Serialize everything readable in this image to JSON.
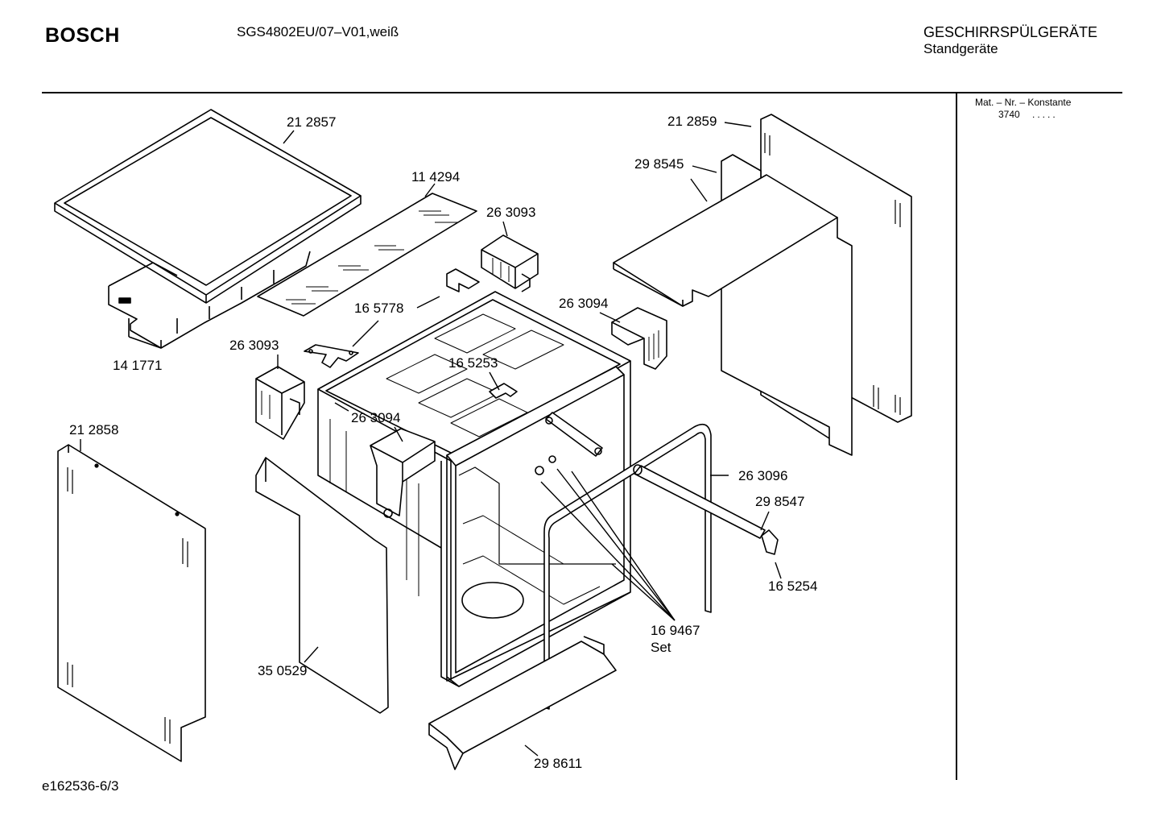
{
  "header": {
    "brand": "BOSCH",
    "model": "SGS4802EU/07–V01,weiß",
    "category": "GESCHIRRSPÜLGERÄTE",
    "subcategory": "Standgeräte"
  },
  "sidebar": {
    "mat_nr_label": "Mat. – Nr. – Konstante",
    "constant_value": "3740",
    "dots": "....."
  },
  "footer": {
    "document_id": "e162536-6/3"
  },
  "parts": [
    {
      "id": "top-cover",
      "number": "21 2857"
    },
    {
      "id": "insulation-mat",
      "number": "11 4294"
    },
    {
      "id": "insulation-tray",
      "number": "14 1771"
    },
    {
      "id": "bracket-top",
      "number": "26 3093"
    },
    {
      "id": "bracket-left",
      "number": "26 3093"
    },
    {
      "id": "mounting-plate",
      "number": "16 5778"
    },
    {
      "id": "hinge-cover-right",
      "number": "26 3094"
    },
    {
      "id": "hinge-cover-left",
      "number": "26 3094"
    },
    {
      "id": "latch-part",
      "number": "16 5253"
    },
    {
      "id": "side-panel-right",
      "number": "21 2859"
    },
    {
      "id": "right-insulation",
      "number": "29 8545"
    },
    {
      "id": "side-panel-left",
      "number": "21 2858"
    },
    {
      "id": "door-seal",
      "number": "26 3096"
    },
    {
      "id": "cross-tube",
      "number": "29 8547"
    },
    {
      "id": "end-cap",
      "number": "16 5254"
    },
    {
      "id": "screw-set",
      "number": "16 9467",
      "suffix": "Set"
    },
    {
      "id": "front-panel",
      "number": "35 0529"
    },
    {
      "id": "base-strip",
      "number": "29 8611"
    }
  ]
}
